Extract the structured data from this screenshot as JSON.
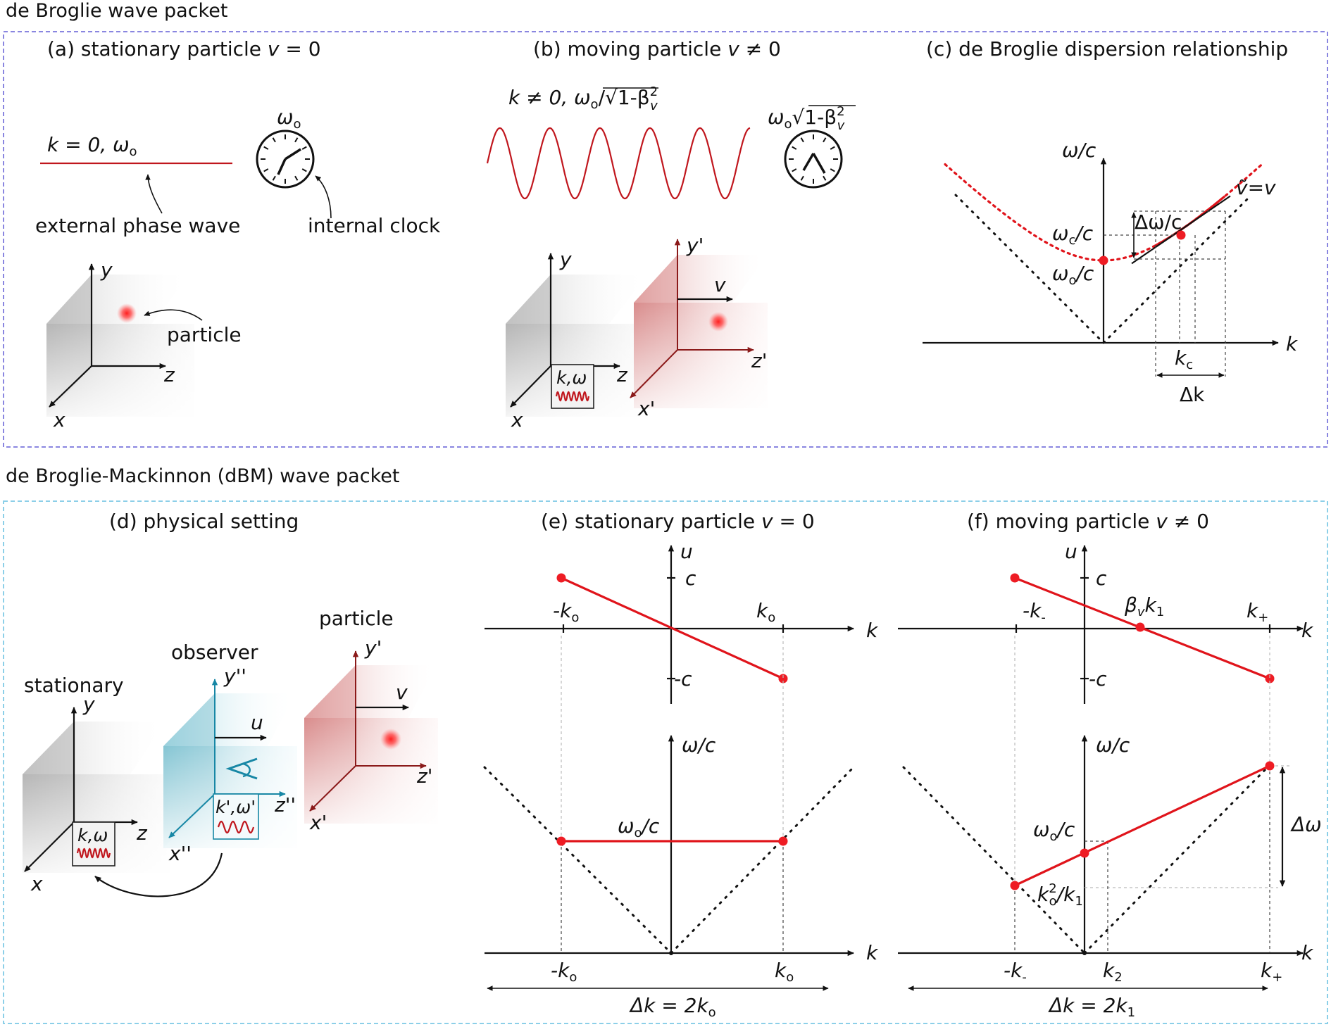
{
  "sections": {
    "top_title": "de Broglie wave packet",
    "bottom_title": "de Broglie-Mackinnon (dBM) wave packet"
  },
  "panel_a": {
    "title": "(a) stationary particle ",
    "title_var": "v",
    "title_rest": " = 0",
    "wave_label": "k = 0, ω",
    "wave_sub": "o",
    "clock_label": "ω",
    "clock_sub": "o",
    "external_phase_wave": "external phase wave",
    "internal_clock": "internal clock",
    "particle": "particle",
    "axis_y": "y",
    "axis_z": "z",
    "axis_x": "x"
  },
  "panel_b": {
    "title": "(b) moving particle ",
    "title_var": "v",
    "title_rest": " ≠ 0",
    "wave_label_pre": "k ≠ 0, ω",
    "wave_label_sub": "o",
    "wave_label_post": "/√1-β",
    "wave_beta_sup": "2",
    "wave_beta_sub": "v",
    "clock_label_pre": "ω",
    "clock_label_sub": "o",
    "clock_label_post": "√1-β",
    "axis_y": "y",
    "axis_z": "z",
    "axis_x": "x",
    "axis_y_prime": "y'",
    "axis_z_prime": "z'",
    "axis_x_prime": "x'",
    "velocity": "v",
    "box_label": "k,ω"
  },
  "panel_c": {
    "title": "(c) de Broglie dispersion relationship",
    "y_axis": "ω/c",
    "x_axis": "k",
    "omega_c": "ω",
    "omega_c_sub": "c",
    "omega_o": "ω",
    "omega_o_sub": "o",
    "over_c": "/c",
    "delta_omega": "Δω/c",
    "v_tilde": "ṽ=v",
    "k_c": "k",
    "k_c_sub": "c",
    "delta_k": "Δk"
  },
  "panel_d": {
    "title": "(d) physical setting",
    "stationary": "stationary",
    "observer": "observer",
    "particle": "particle",
    "axis_y": "y",
    "axis_z": "z",
    "axis_x": "x",
    "axis_y2": "y''",
    "axis_z2": "z''",
    "axis_x2": "x''",
    "axis_y1": "y'",
    "axis_z1": "z'",
    "axis_x1": "x'",
    "u": "u",
    "v": "v",
    "box_stationary": "k,ω",
    "box_observer": "k',ω'"
  },
  "panel_e": {
    "title": "(e) stationary particle ",
    "title_var": "v",
    "title_rest": " = 0",
    "u_axis": "u",
    "c_plus": "c",
    "c_minus": "-c",
    "k_axis": "k",
    "neg_k": "-k",
    "pos_k": "k",
    "k_sub": "o",
    "omega_axis": "ω/c",
    "omega_label": "ω",
    "omega_sub": "o",
    "omega_post": "/c",
    "delta_k": "Δk = 2k",
    "delta_k_sub": "o"
  },
  "panel_f": {
    "title": "(f) moving particle ",
    "title_var": "v",
    "title_rest": " ≠ 0",
    "u_axis": "u",
    "c_plus": "c",
    "c_minus": "-c",
    "k_axis": "k",
    "neg_k": "-k",
    "neg_k_sub": "-",
    "pos_k": "k",
    "pos_k_sub": "+",
    "beta_k": "β",
    "beta_sub": "v",
    "beta_k_var": "k",
    "beta_k_sub": "1",
    "omega_axis": "ω/c",
    "omega_label": "ω",
    "omega_sub": "o",
    "omega_post": "/c",
    "k_ratio": "k",
    "k_ratio_sup": "2",
    "k_ratio_sub": "o",
    "k_ratio_post": "/k",
    "k_ratio_post_sub": "1",
    "delta_omega": "Δω",
    "k2": "k",
    "k2_sub": "2",
    "delta_k": "Δk = 2k",
    "delta_k_sub": "1"
  },
  "colors": {
    "red": "#e0141b",
    "teal": "#1787a5",
    "maroon": "#8b1a1a",
    "frame_top": "#8a86e0",
    "frame_bottom": "#8ccfe8"
  }
}
